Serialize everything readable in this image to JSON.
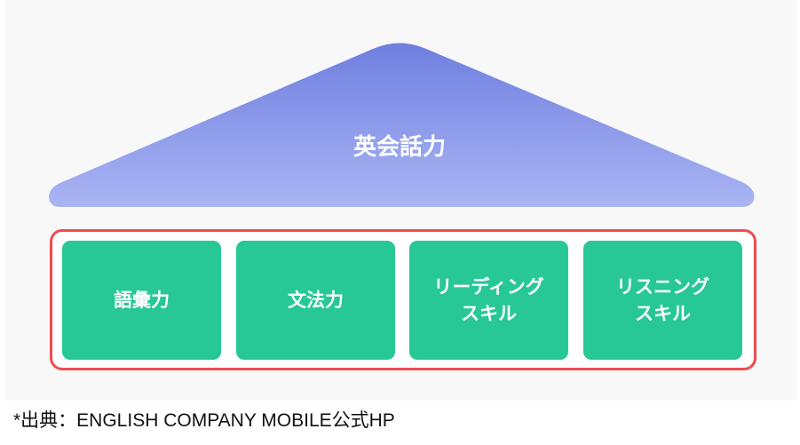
{
  "roof": {
    "label": "英会話力",
    "gradient_top": "#6f7fe0",
    "gradient_bottom": "#aab5f3"
  },
  "pillars": [
    {
      "label": "語彙力"
    },
    {
      "label": "文法力"
    },
    {
      "label": "リーディング\nスキル"
    },
    {
      "label": "リスニング\nスキル"
    }
  ],
  "frame_color": "#f24b4f",
  "pillar_color": "#27c796",
  "caption": "*出典：ENGLISH COMPANY MOBILE公式HP"
}
